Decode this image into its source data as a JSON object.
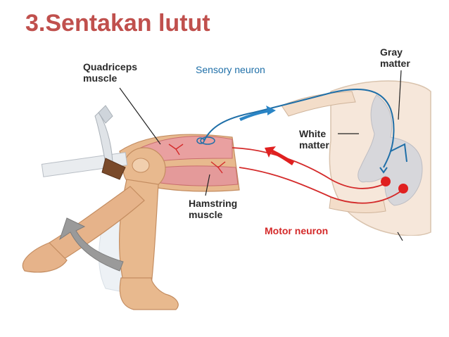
{
  "slide": {
    "title": "3.Sentakan lutut"
  },
  "labels": {
    "quadriceps": [
      "Quadriceps",
      "muscle"
    ],
    "hamstring": [
      "Hamstring",
      "muscle"
    ],
    "gray_matter": [
      "Gray",
      "matter"
    ],
    "white_matter": [
      "White",
      "matter"
    ],
    "sensory_neuron": "Sensory neuron",
    "motor_neuron": "Motor neuron"
  },
  "colors": {
    "title": "#c0504d",
    "sensory": "#1f6fa8",
    "motor": "#d42a2a",
    "skin": "#e8b98e",
    "muscle": "#e9a0a0",
    "spinal_cord": "#f5e6d8",
    "arrow_gray": "#9a9a9a"
  }
}
